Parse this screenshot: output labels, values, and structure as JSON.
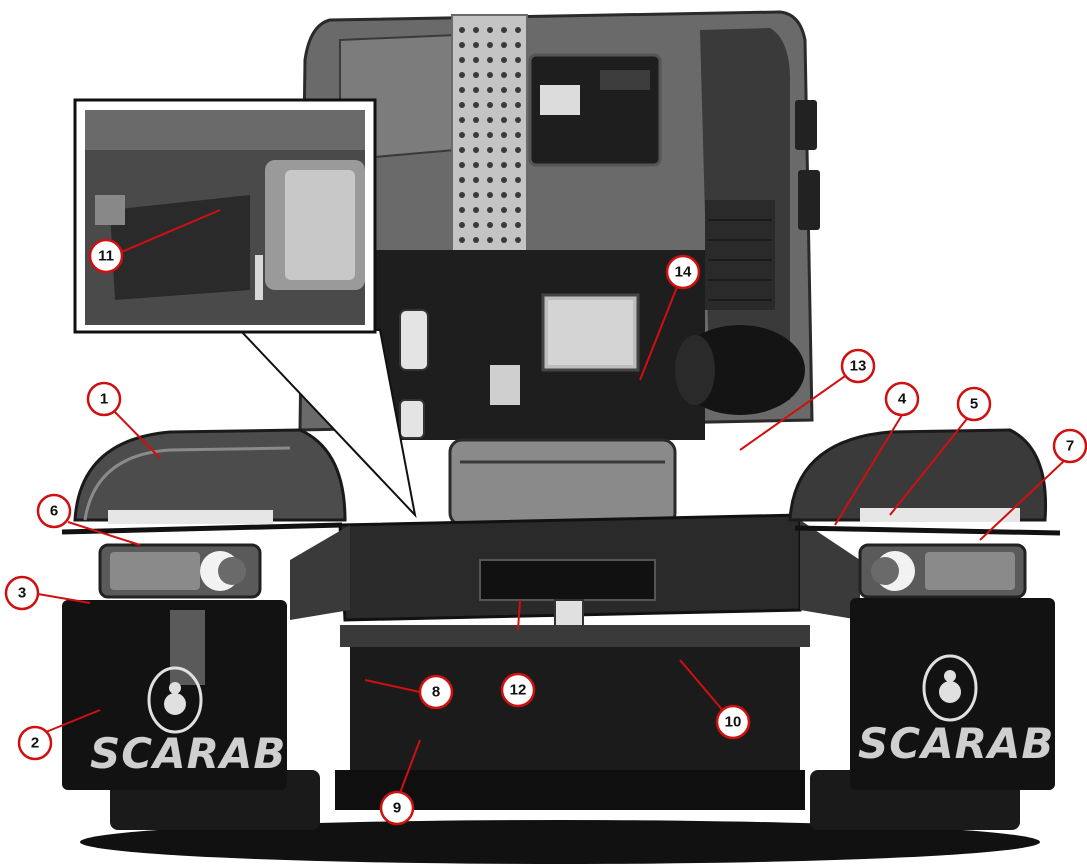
{
  "figure": {
    "brand_logo_left": "SCARAB",
    "brand_logo_right": "SCARAB",
    "colors": {
      "callout_stroke": "#d01010",
      "truck_dark": "#2b2b2b",
      "truck_mid": "#5a5a5a",
      "truck_light": "#9a9a9a",
      "background": "#ffffff"
    },
    "callouts": [
      {
        "id": "c1",
        "label": "1"
      },
      {
        "id": "c2",
        "label": "2"
      },
      {
        "id": "c3",
        "label": "3"
      },
      {
        "id": "c4",
        "label": "4"
      },
      {
        "id": "c5",
        "label": "5"
      },
      {
        "id": "c6",
        "label": "6"
      },
      {
        "id": "c7",
        "label": "7"
      },
      {
        "id": "c8",
        "label": "8"
      },
      {
        "id": "c9",
        "label": "9"
      },
      {
        "id": "c10",
        "label": "10"
      },
      {
        "id": "c11",
        "label": "11"
      },
      {
        "id": "c12",
        "label": "12"
      },
      {
        "id": "c13",
        "label": "13"
      },
      {
        "id": "c14",
        "label": "14"
      }
    ]
  }
}
